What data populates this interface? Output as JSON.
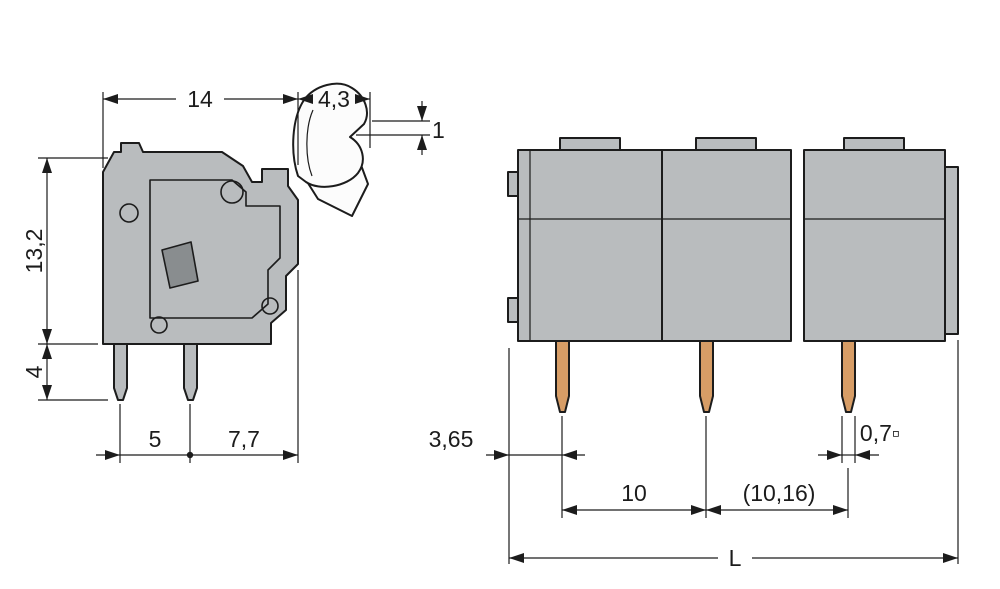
{
  "drawing_type": "terminal-block-dimensional-drawing",
  "colors": {
    "housing_gray": "#b9bcbe",
    "insert_gray": "#898d8f",
    "pin_copper": "#d79d66",
    "line": "#1c1c1c",
    "background": "#ffffff"
  },
  "side_view": {
    "dims": {
      "overall_width": "14",
      "pusher_width": "4,3",
      "pusher_step": "1",
      "housing_height": "13,2",
      "pin_length": "4",
      "pin_pitch": "5",
      "pin_to_face": "7,7"
    }
  },
  "front_view": {
    "dims": {
      "face_to_pin": "3,65",
      "pin_section": "0,7▫",
      "pitch": "10",
      "pitch_alt": "(10,16)",
      "overall_length": "L"
    }
  }
}
